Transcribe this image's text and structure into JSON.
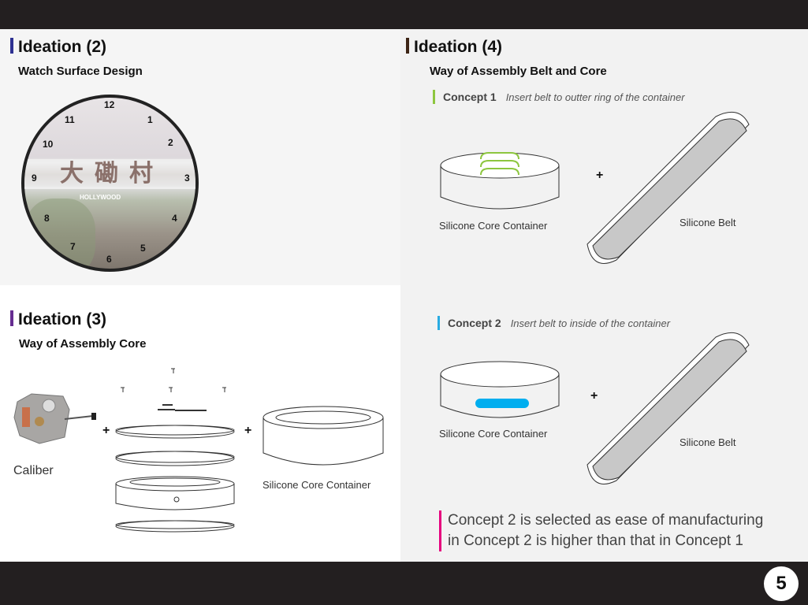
{
  "page_number": "5",
  "ideation2": {
    "title": "Ideation (2)",
    "subtitle": "Watch Surface Design",
    "dial_numbers": [
      "12",
      "1",
      "2",
      "3",
      "4",
      "5",
      "6",
      "7",
      "8",
      "9",
      "10",
      "11"
    ],
    "sign_text": "大磡村",
    "sign_sub": "HOLLYWOOD",
    "accent": "#2e3192"
  },
  "ideation3": {
    "title": "Ideation (3)",
    "subtitle": "Way of Assembly Core",
    "caliber_label": "Caliber",
    "plus": "+",
    "container_label": "Silicone Core Container",
    "accent": "#662d91"
  },
  "ideation4": {
    "title": "Ideation (4)",
    "subtitle": "Way of Assembly Belt and Core",
    "accent": "#3c2415",
    "concept1": {
      "label": "Concept 1",
      "desc": "Insert belt to outter ring of the container",
      "container_label": "Silicone Core Container",
      "belt_label": "Silicone Belt",
      "plus": "+",
      "accent": "#8dc63f"
    },
    "concept2": {
      "label": "Concept 2",
      "desc": "Insert belt to inside of the container",
      "container_label": "Silicone Core Container",
      "belt_label": "Silicone Belt",
      "plus": "+",
      "accent": "#29abe2"
    },
    "conclusion": [
      "Concept 2 is selected as ease of manufacturing",
      "in Concept 2 is higher than that in Concept 1"
    ],
    "conclusion_accent": "#e6007e"
  }
}
